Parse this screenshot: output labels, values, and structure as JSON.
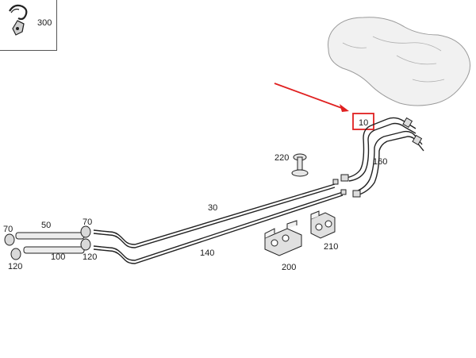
{
  "inset": {
    "part_number": "300"
  },
  "callouts": {
    "p10": "10",
    "p160": "160",
    "p220": "220",
    "p30": "30",
    "p140": "140",
    "p210": "210",
    "p200": "200",
    "p70_left": "70",
    "p50": "50",
    "p70_mid": "70",
    "p100": "100",
    "p120_left": "120",
    "p120_mid": "120"
  },
  "colors": {
    "highlight": "#e02020",
    "line": "#222222",
    "tank_fill": "#f1f1f1"
  }
}
